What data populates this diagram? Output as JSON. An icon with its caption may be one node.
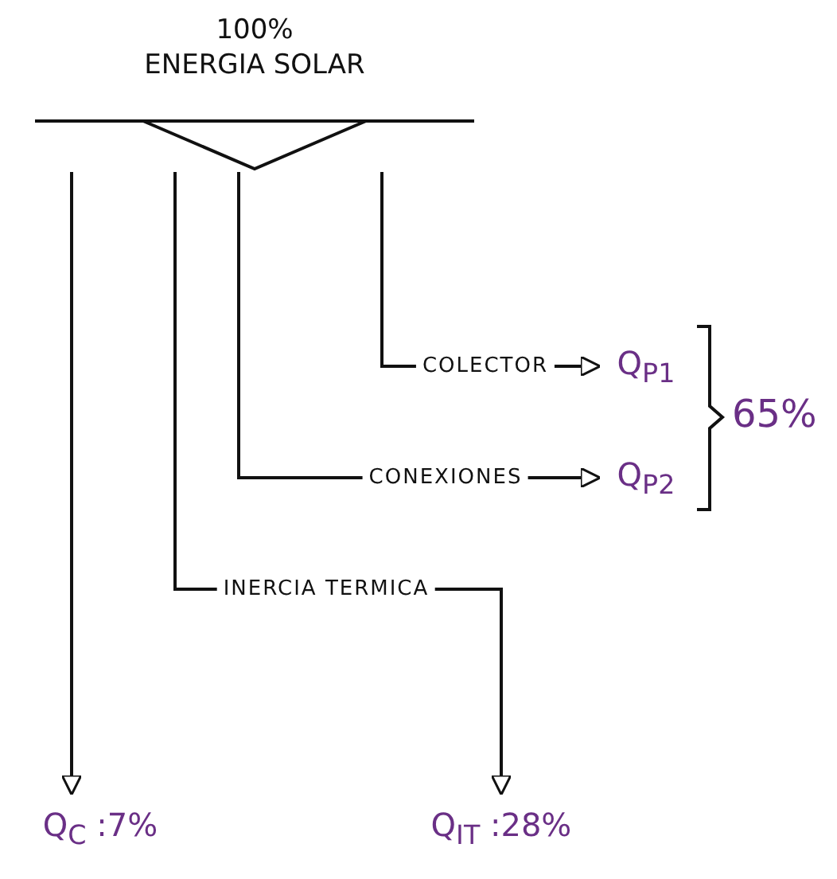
{
  "diagram": {
    "nodes": [
      {
        "text": [
          "100%",
          "ENERGIA SOLAR"
        ]
      },
      {
        "text": [
          "Q$_{P1}$"
        ]
      },
      {
        "text": [
          "Q$_{P2}$"
        ]
      },
      {
        "text": [
          "Q$_{C}$ :7%"
        ]
      },
      {
        "text": [
          "Q$_{IT}$ :28%"
        ]
      }
    ],
    "edges": [
      {
        "from": 0,
        "to": 1,
        "arrow": "to",
        "label": "COLECTOR"
      },
      {
        "from": 0,
        "to": 2,
        "arrow": "to",
        "label": "CONEXIONES"
      },
      {
        "from": 0,
        "to": 4,
        "arrow": "to",
        "label": "INERCIA TERMICA"
      },
      {
        "from": 0,
        "to": 3,
        "arrow": "to"
      }
    ],
    "labels": [
      "65%"
    ]
  }
}
